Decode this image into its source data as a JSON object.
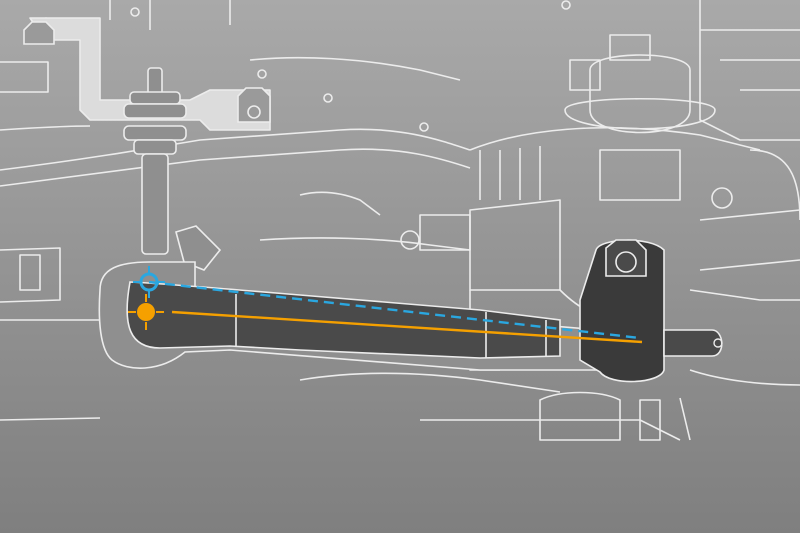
{
  "diagram": {
    "kind": "suspension-illustration",
    "colors": {
      "background_top": "#a9a9a9",
      "background_bottom": "#7f7f7f",
      "outline": "#ececec",
      "part_fill": "#8f8f8f",
      "bracket_fill": "#dcdcdc",
      "arm_fill": "#4a4a4a",
      "arm_dark": "#3a3a3a",
      "lowered_axis": "#f5a000",
      "stock_axis": "#2aa7e0"
    },
    "markers": [
      {
        "name": "stock-pivot-point",
        "color": "#2aa7e0",
        "style": "ring"
      },
      {
        "name": "lowered-pivot-point",
        "color": "#f5a000",
        "style": "dot"
      }
    ],
    "lines": [
      {
        "name": "stock-axis-line",
        "color": "#2aa7e0",
        "style": "dashed"
      },
      {
        "name": "lowered-axis-line",
        "color": "#f5a000",
        "style": "solid"
      }
    ]
  }
}
